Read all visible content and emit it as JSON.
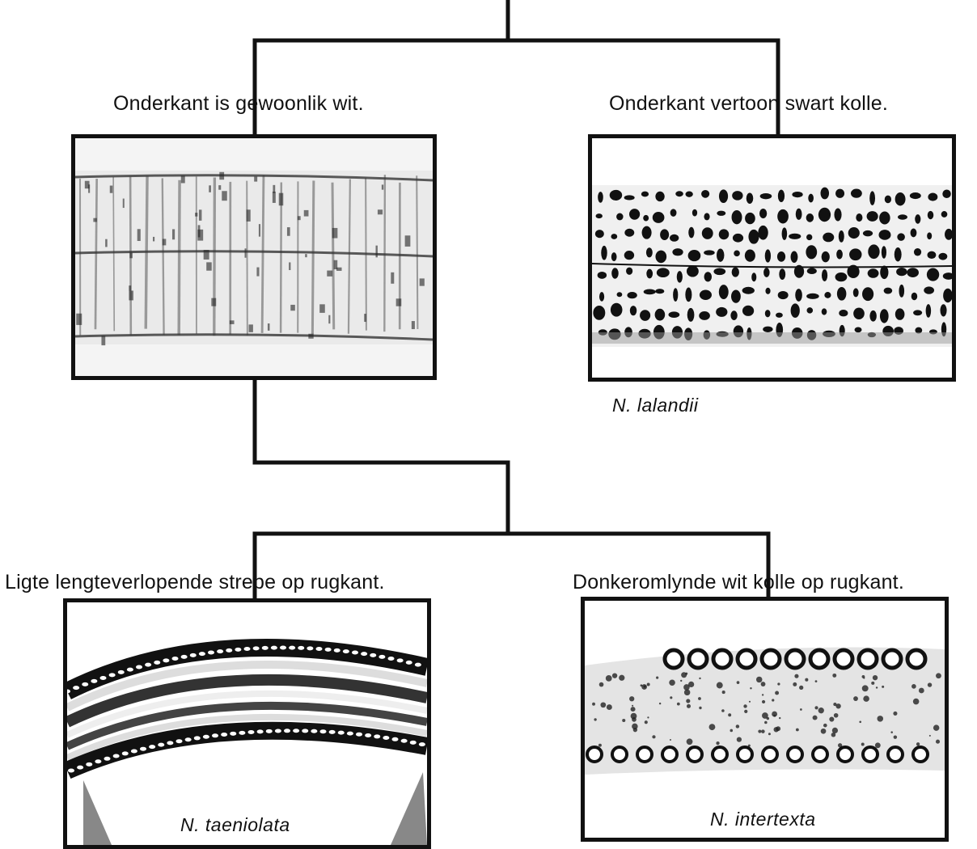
{
  "key": {
    "left_label": "Onderkant is gewoonlik wit.",
    "right_label": "Onderkant vertoon swart kolle.",
    "right_species": "N. lalandii",
    "bottom_left_label": "Ligte lengteverlopende strepe op rugkant.",
    "bottom_left_species": "N. taeniolata",
    "bottom_right_label": "Donkeromlynde wit kolle op rugkant.",
    "bottom_right_species": "N. intertexta"
  },
  "colors": {
    "ink": "#111111",
    "paper": "#ffffff",
    "skin": "#d9d9d9"
  }
}
